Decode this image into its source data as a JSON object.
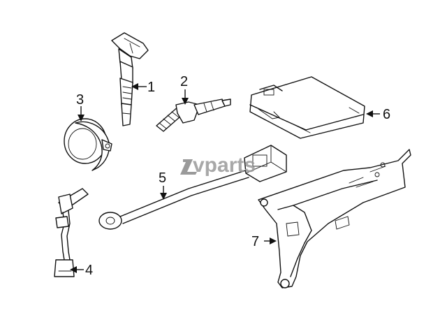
{
  "callouts": [
    {
      "id": "1",
      "label": "1"
    },
    {
      "id": "2",
      "label": "2"
    },
    {
      "id": "3",
      "label": "3"
    },
    {
      "id": "4",
      "label": "4"
    },
    {
      "id": "5",
      "label": "5"
    },
    {
      "id": "6",
      "label": "6"
    },
    {
      "id": "7",
      "label": "7"
    }
  ],
  "watermark": "vparts",
  "colors": {
    "line": "#111111",
    "background": "#ffffff",
    "watermark": "#9a9a9a"
  }
}
